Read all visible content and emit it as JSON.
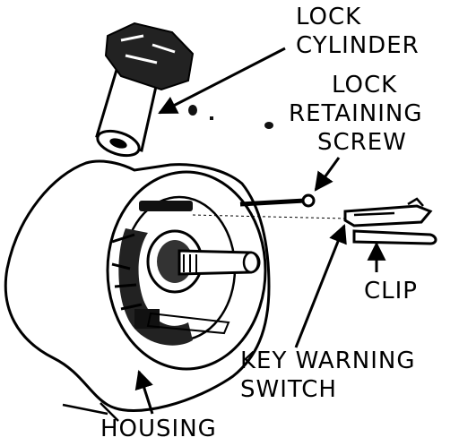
{
  "labels": {
    "lock_cylinder_1": "LOCK",
    "lock_cylinder_2": "CYLINDER",
    "retaining_screw_1": "LOCK",
    "retaining_screw_2": "RETAINING",
    "retaining_screw_3": "SCREW",
    "clip": "CLIP",
    "key_warning_1": "KEY WARNING",
    "key_warning_2": "SWITCH",
    "housing": "HOUSING"
  }
}
